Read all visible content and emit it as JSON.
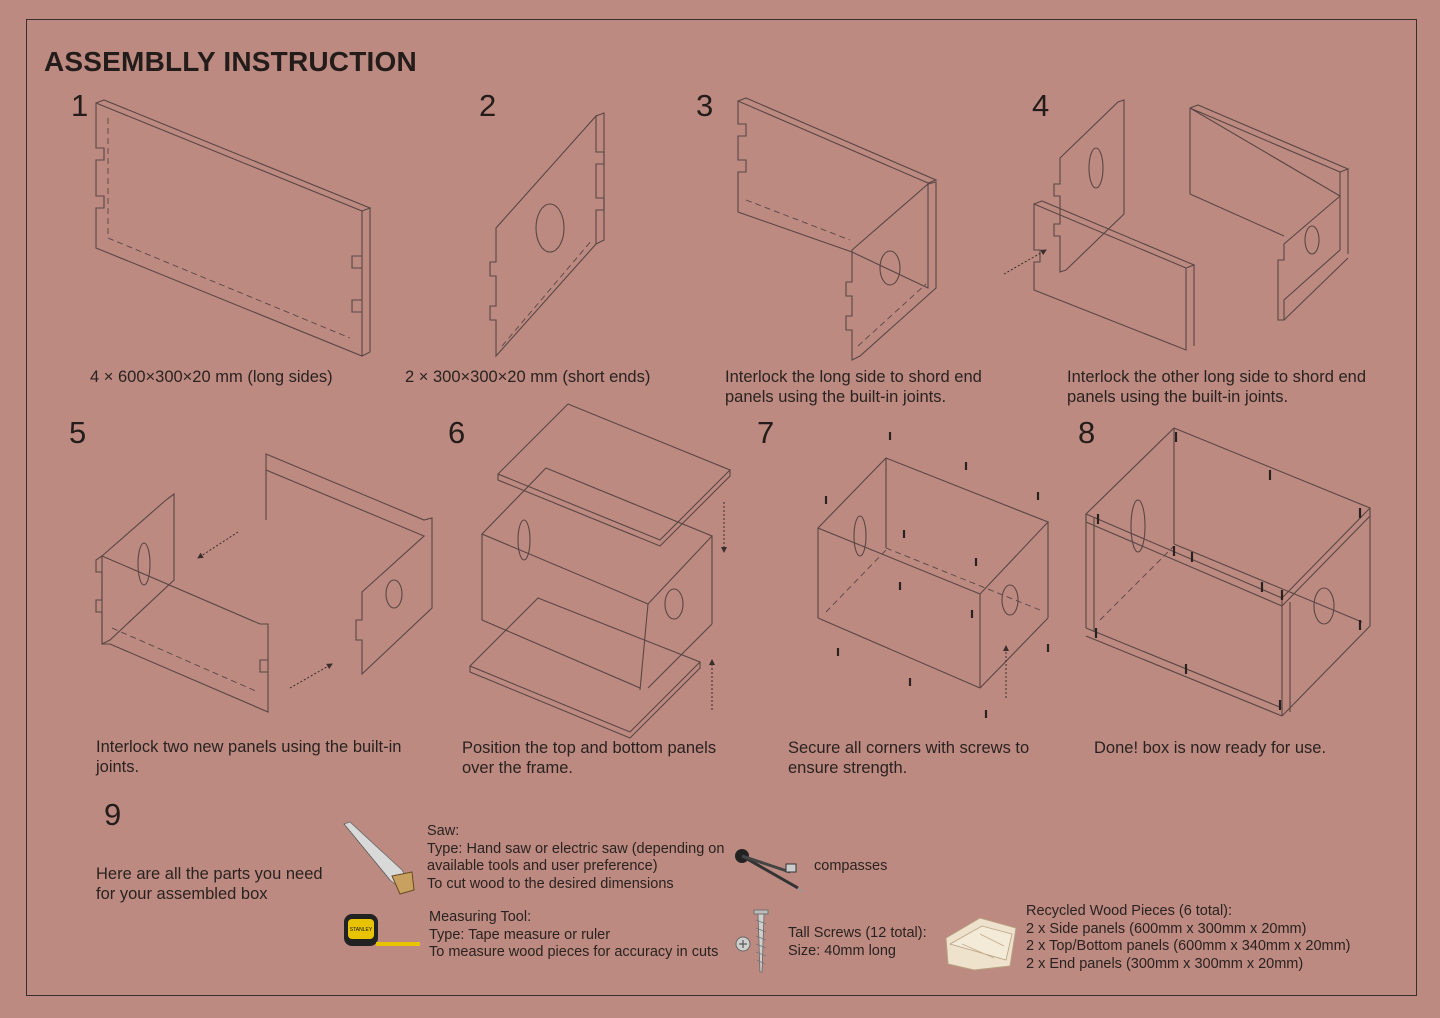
{
  "title": "ASSEMBLLY INSTRUCTION",
  "steps": [
    {
      "number": "1",
      "caption": "4 × 600×300×20 mm (long sides)"
    },
    {
      "number": "2",
      "caption": "2 × 300×300×20 mm (short ends)"
    },
    {
      "number": "3",
      "caption": "Interlock the long side to shord end panels using the built-in joints."
    },
    {
      "number": "4",
      "caption": "Interlock the other long side to shord end panels using the built-in joints."
    },
    {
      "number": "5",
      "caption": "Interlock two new panels using the built-in joints."
    },
    {
      "number": "6",
      "caption": "Position the top and bottom panels over the frame."
    },
    {
      "number": "7",
      "caption": "Secure all corners with screws to ensure strength."
    },
    {
      "number": "8",
      "caption": "Done! box is now ready for use."
    }
  ],
  "parts": {
    "number": "9",
    "intro": "Here are all the parts you need for your assembled box",
    "saw": {
      "title": "Saw:",
      "line1": "Type: Hand saw or electric saw (depending on",
      "line2": "available tools and user preference)",
      "line3": "To cut wood to the desired dimensions",
      "icon": "saw-icon"
    },
    "compasses": {
      "title": "compasses",
      "icon": "compasses-icon"
    },
    "measuring": {
      "title": "Measuring Tool:",
      "line1": "Type: Tape measure or ruler",
      "line2": "To measure wood pieces for accuracy in cuts",
      "icon": "tape-measure-icon",
      "brand": "STANLEY"
    },
    "screws": {
      "title": "Tall Screws (12 total):",
      "line1": "Size: 40mm long",
      "icon": "screw-icon"
    },
    "wood": {
      "title": "Recycled Wood Pieces (6 total):",
      "line1": "2 x Side panels (600mm x 300mm x 20mm)",
      "line2": "2 x Top/Bottom panels (600mm x 340mm x 20mm)",
      "line3": "2 x End panels (300mm x 300mm x 20mm)",
      "icon": "wood-pieces-icon"
    }
  },
  "colors": {
    "background": "#bc8a80",
    "line": "#5a4644",
    "text": "#2a2220"
  }
}
